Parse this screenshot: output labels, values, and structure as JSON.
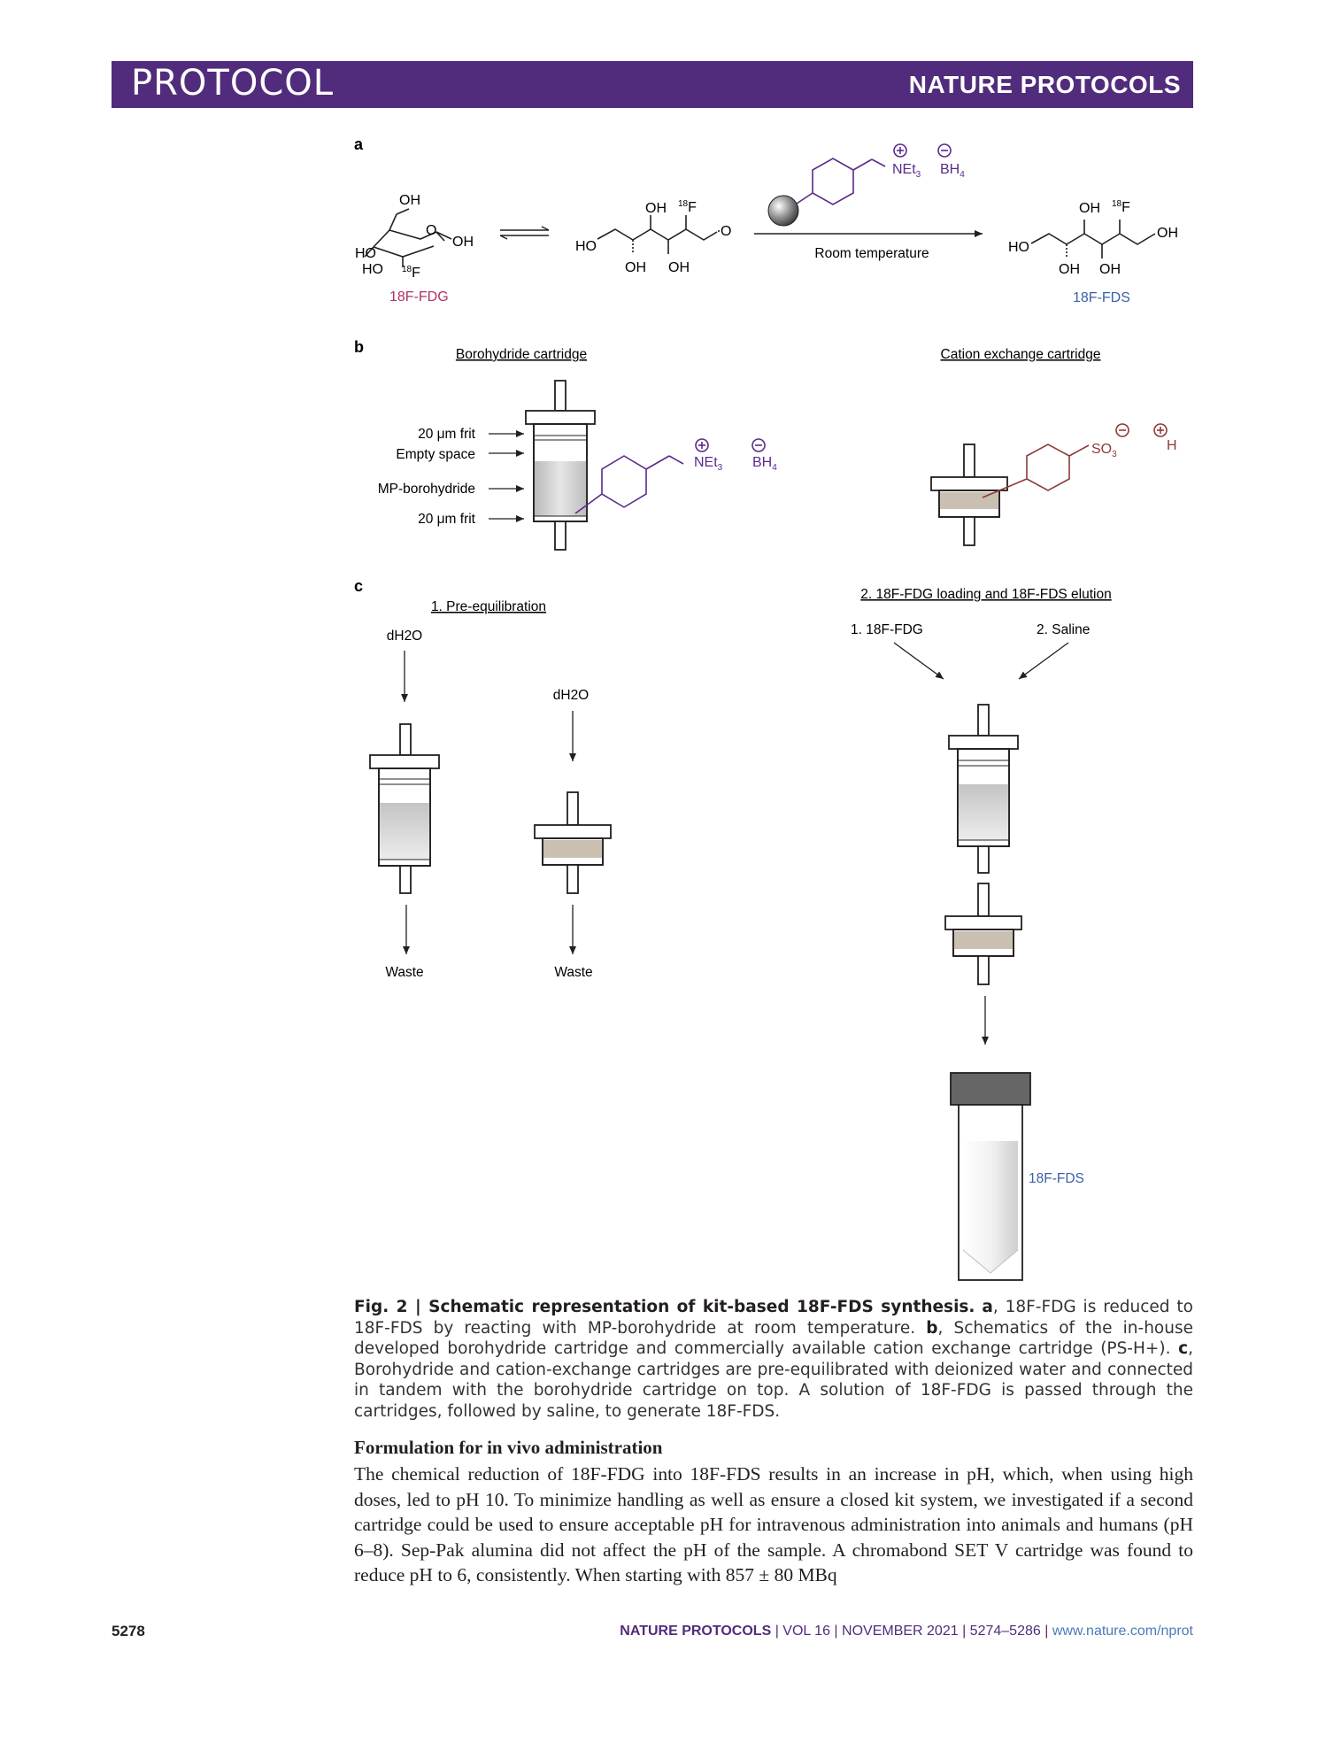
{
  "header": {
    "section": "PROTOCOL",
    "journal": "NATURE PROTOCOLS"
  },
  "panel_a": {
    "label": "a",
    "fdg_label": "18F-FDG",
    "fds_label": "18F-FDS",
    "condition": "Room temperature"
  },
  "panel_b": {
    "label": "b",
    "borohydride_title": "Borohydride cartridge",
    "cation_title": "Cation exchange cartridge",
    "callouts": [
      "20 μm frit",
      "Empty space",
      "MP-borohydride",
      "20 μm frit"
    ]
  },
  "panel_c": {
    "label": "c",
    "step1_title": "1. Pre-equilibration",
    "step2_title": "2. 18F-FDG loading and 18F-FDS elution",
    "water_1": "dH2O",
    "water_2": "dH2O",
    "waste_1": "Waste",
    "waste_2": "Waste",
    "input_1": "1. 18F-FDG",
    "input_2": "2. Saline",
    "product": "18F-FDS"
  },
  "caption": {
    "title": "Fig. 2 | Schematic representation of kit-based 18F-FDS synthesis.",
    "text_a": "18F-FDG is reduced to 18F-FDS by reacting with MP-borohydride at room temperature.",
    "text_b": "Schematics of the in-house developed borohydride cartridge and commercially available cation exchange cartridge (PS-H+).",
    "text_c": "Borohydride and cation-exchange cartridges are pre-equilibrated with deionized water and connected in tandem with the borohydride cartridge on top. A solution of 18F-FDG is passed through the cartridges, followed by saline, to generate 18F-FDS."
  },
  "section": {
    "title": "Formulation for in vivo administration",
    "body": "The chemical reduction of 18F-FDG into 18F-FDS results in an increase in pH, which, when using high doses, led to pH 10. To minimize handling as well as ensure a closed kit system, we investigated if a second cartridge could be used to ensure acceptable pH for intravenous administration into animals and humans (pH 6–8). Sep-Pak alumina did not affect the pH of the sample. A chromabond SET V cartridge was found to reduce pH to 6, consistently. When starting with 857 ± 80 MBq"
  },
  "footer": {
    "page": "5278",
    "journal": "NATURE PROTOCOLS",
    "volume": "VOL 16",
    "date": "NOVEMBER 2021",
    "pages": "5274–5286",
    "url": "www.nature.com/nprot"
  },
  "colors": {
    "header": "#512c7c",
    "fdg": "#b0306a",
    "fds": "#3b62a6",
    "reagent": "#5a2a8c",
    "cation": "#8e3a3a"
  }
}
